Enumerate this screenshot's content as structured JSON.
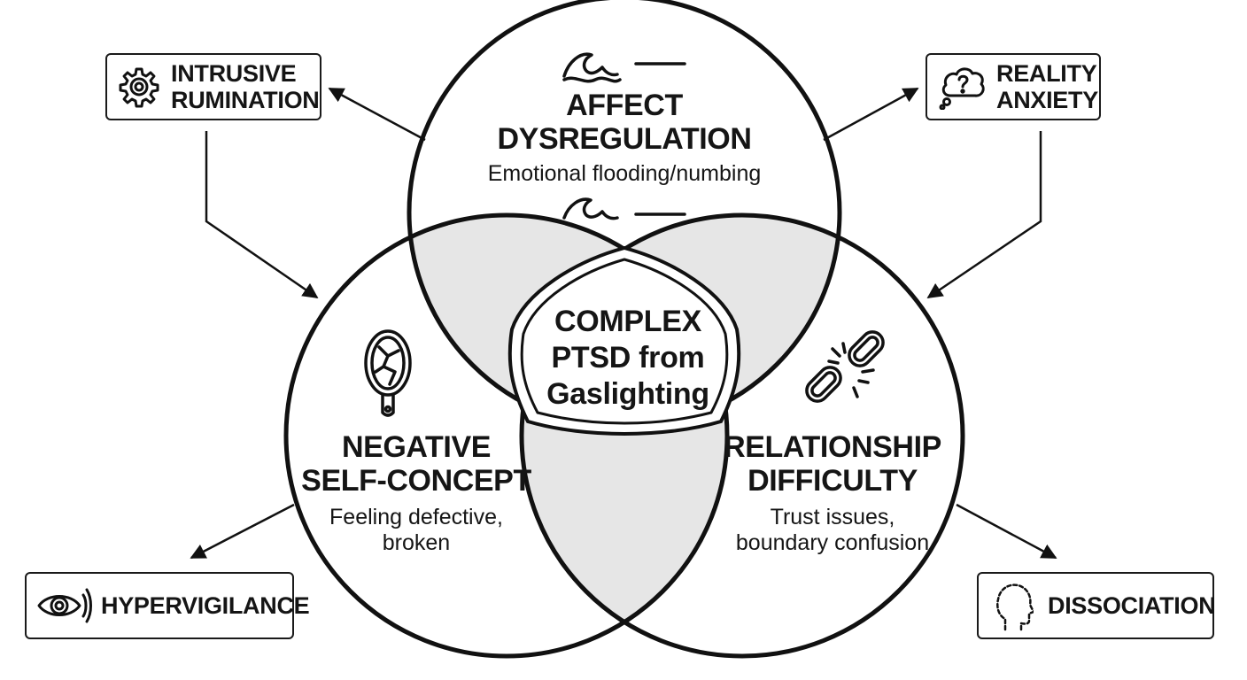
{
  "center": {
    "lines": [
      "COMPLEX",
      "PTSD from",
      "Gaslighting"
    ]
  },
  "circles": {
    "affect": {
      "title_lines": [
        "AFFECT",
        "DYSREGULATION"
      ],
      "subtitle": "Emotional flooding/numbing",
      "icon": "wave-icon"
    },
    "self_concept": {
      "title_lines": [
        "NEGATIVE",
        "SELF-CONCEPT"
      ],
      "subtitle_lines": [
        "Feeling defective,",
        "broken"
      ],
      "icon": "broken-mirror-icon"
    },
    "relationship": {
      "title_lines": [
        "RELATIONSHIP",
        "DIFFICULTY"
      ],
      "subtitle_lines": [
        "Trust issues,",
        "boundary confusion"
      ],
      "icon": "broken-chain-icon"
    }
  },
  "boxes": {
    "intrusive": {
      "lines": [
        "INTRUSIVE",
        "RUMINATION"
      ],
      "icon": "gear-icon"
    },
    "reality": {
      "lines": [
        "REALITY",
        "ANXIETY"
      ],
      "icon": "thought-cloud-question-icon"
    },
    "hypervigilance": {
      "label": "HYPERVIGILANCE",
      "icon": "eye-icon"
    },
    "dissociation": {
      "label": "DISSOCIATION",
      "icon": "dashed-head-icon"
    }
  },
  "colors": {
    "line": "#111111",
    "overlap_fill": "#e6e6e6",
    "background": "#ffffff"
  }
}
